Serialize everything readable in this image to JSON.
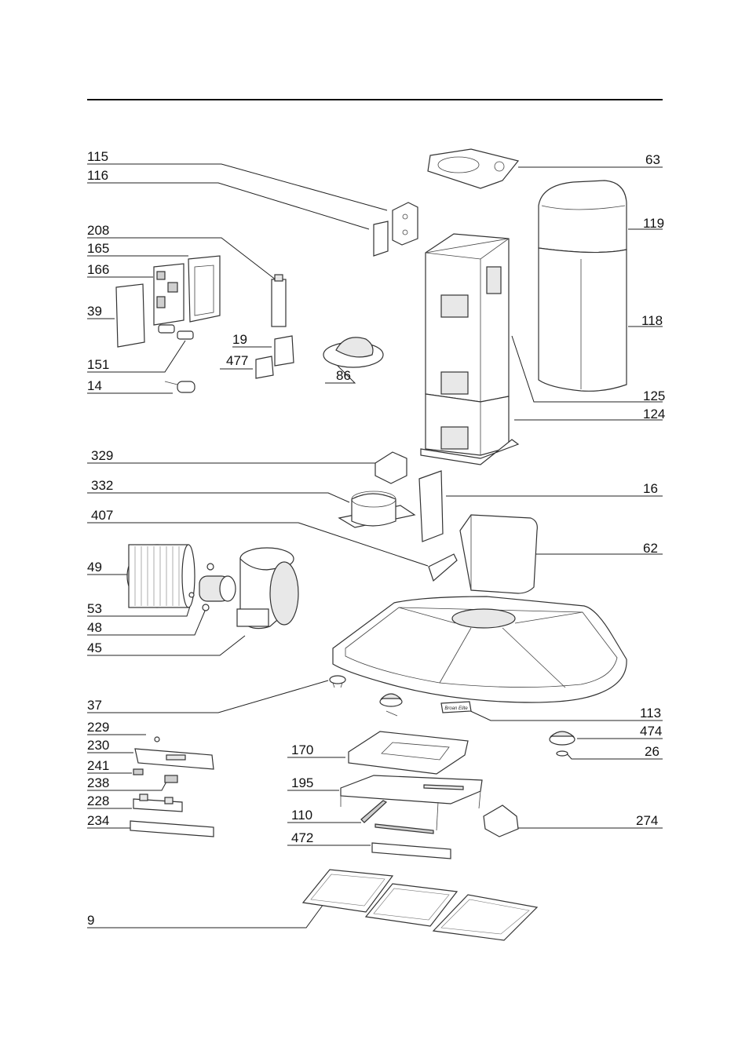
{
  "diagram": {
    "labels": {
      "p115": "115",
      "p116": "116",
      "p208": "208",
      "p165": "165",
      "p166": "166",
      "p39": "39",
      "p151": "151",
      "p14": "14",
      "p19": "19",
      "p477": "477",
      "p86": "86",
      "p63": "63",
      "p119": "119",
      "p118": "118",
      "p125": "125",
      "p124": "124",
      "p329": "329",
      "p16": "16",
      "p332": "332",
      "p407": "407",
      "p62": "62",
      "p49": "49",
      "p53": "53",
      "p48": "48",
      "p45": "45",
      "p37": "37",
      "p113": "113",
      "p474": "474",
      "p26": "26",
      "p229": "229",
      "p230": "230",
      "p241": "241",
      "p238": "238",
      "p228": "228",
      "p234": "234",
      "p170": "170",
      "p195": "195",
      "p110": "110",
      "p472": "472",
      "p274": "274",
      "p9": "9"
    },
    "badge_text": "Broan Elite"
  }
}
